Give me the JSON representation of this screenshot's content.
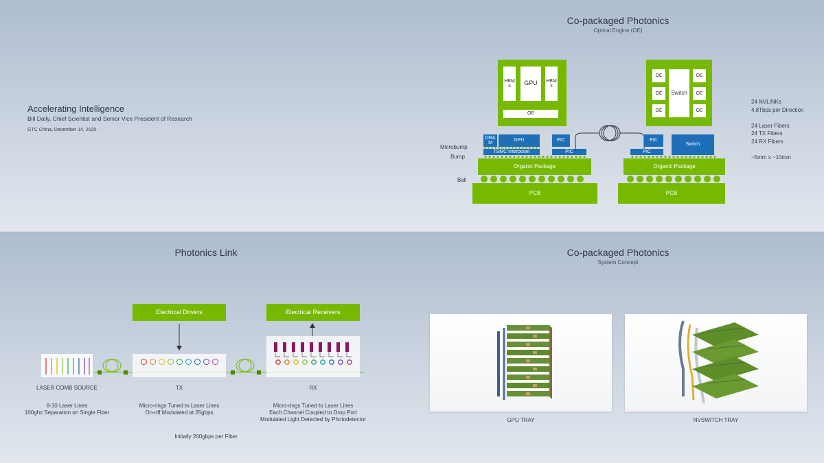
{
  "q1": {
    "title": "Accelerating Intelligence",
    "subtitle": "Bill Dally, Chief Scientist and Senior Vice President of Research",
    "event": "GTC China, December 14, 2020"
  },
  "q2": {
    "title": "Co-packaged Photonics",
    "subtitle": "Optical Engine (OE)",
    "gpu_top": {
      "hbm_left": "HBM s",
      "gpu": "GPU",
      "hbm_right": "HBM s",
      "oe": "OE"
    },
    "switch_top": {
      "oe": "OE",
      "switch": "Switch"
    },
    "layers": {
      "microbump": "Microbump",
      "bump": "Bump",
      "ball": "Ball"
    },
    "left_stack": {
      "dram": "DRA M",
      "gpu": "GPU",
      "eic": "EIC",
      "interposer": "TSMC Interposer",
      "pic": "PIC",
      "organic": "Organic Package",
      "pcb": "PCB"
    },
    "right_stack": {
      "eic": "EIC",
      "pic": "PIC",
      "switch": "Switch",
      "organic": "Organic Package",
      "pcb": "PCB"
    },
    "specs": [
      "24 NVLINKs",
      "4.8Tbps per Direction",
      "",
      "24 Laser Fibers",
      "24 TX Fibers",
      "24 RX Fibers",
      "",
      "~5mm x ~10mm"
    ]
  },
  "q3": {
    "title": "Photonics Link",
    "drivers": "Electrical Drivers",
    "receivers": "Electrical Receivers",
    "laser_label": "LASER COMB SOURCE",
    "tx_label": "TX",
    "rx_label": "RX",
    "laser_desc": [
      "8-10 Laser Lines",
      "100ghz Separation on Single Fiber"
    ],
    "tx_desc": [
      "Micro-rings Tuned to Laser Lines",
      "On-off Modulated at 25gbps"
    ],
    "rx_desc": [
      "Micro-rings Tuned to Laser Lines",
      "Each Channel Coupled to Drop Port",
      "Modulated Light Detected by Photodetector"
    ],
    "footer": "Initially 200gbps per Fiber",
    "ring_colors": [
      "#d0312d",
      "#e87722",
      "#e6b800",
      "#8cc63f",
      "#2ca24a",
      "#1b9aaa",
      "#2464b0",
      "#6a3fa0",
      "#b03b8f"
    ]
  },
  "q4": {
    "title": "Co-packaged Photonics",
    "subtitle": "System Concept",
    "gpu_tray": "GPU TRAY",
    "nvswitch_tray": "NVSWITCH TRAY"
  }
}
